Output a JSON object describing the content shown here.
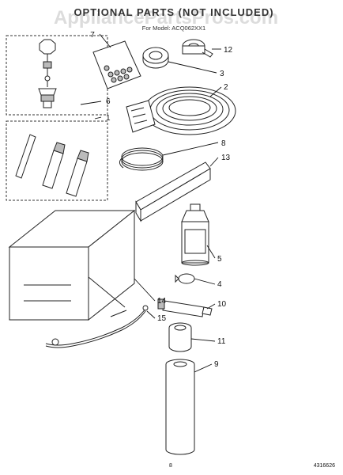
{
  "header": {
    "title": "OPTIONAL PARTS (NOT INCLUDED)",
    "model_line": "For Model: ACQ062XX1",
    "watermark": "AppliancePartsPros.com"
  },
  "callouts": {
    "c1": "1",
    "c2": "2",
    "c3": "3",
    "c4": "4",
    "c5": "5",
    "c6": "6",
    "c7": "7",
    "c8": "8",
    "c9": "9",
    "c10": "10",
    "c11": "11",
    "c12": "12",
    "c13": "13",
    "c14": "14",
    "c15": "15"
  },
  "footer": {
    "page_number": "8",
    "document_number": "4316626"
  }
}
